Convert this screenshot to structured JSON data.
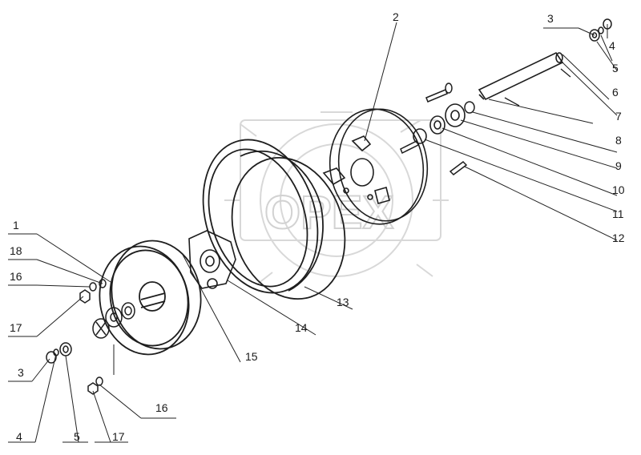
{
  "watermark": "OPEX",
  "callouts": [
    {
      "id": "c-3-top",
      "text": "3"
    },
    {
      "id": "c-4-top",
      "text": "4"
    },
    {
      "id": "c-5-top",
      "text": "5"
    },
    {
      "id": "c-6",
      "text": "6"
    },
    {
      "id": "c-7",
      "text": "7"
    },
    {
      "id": "c-8",
      "text": "8"
    },
    {
      "id": "c-9",
      "text": "9"
    },
    {
      "id": "c-10",
      "text": "10"
    },
    {
      "id": "c-11",
      "text": "11"
    },
    {
      "id": "c-12",
      "text": "12"
    },
    {
      "id": "c-2",
      "text": "2"
    },
    {
      "id": "c-13",
      "text": "13"
    },
    {
      "id": "c-14",
      "text": "14"
    },
    {
      "id": "c-15",
      "text": "15"
    },
    {
      "id": "c-1",
      "text": "1"
    },
    {
      "id": "c-18",
      "text": "18"
    },
    {
      "id": "c-16-left",
      "text": "16"
    },
    {
      "id": "c-17-left",
      "text": "17"
    },
    {
      "id": "c-3-bottom",
      "text": "3"
    },
    {
      "id": "c-4-bottom",
      "text": "4"
    },
    {
      "id": "c-5-bottom",
      "text": "5"
    },
    {
      "id": "c-17-bottom",
      "text": "17"
    },
    {
      "id": "c-16-bottom",
      "text": "16"
    }
  ]
}
